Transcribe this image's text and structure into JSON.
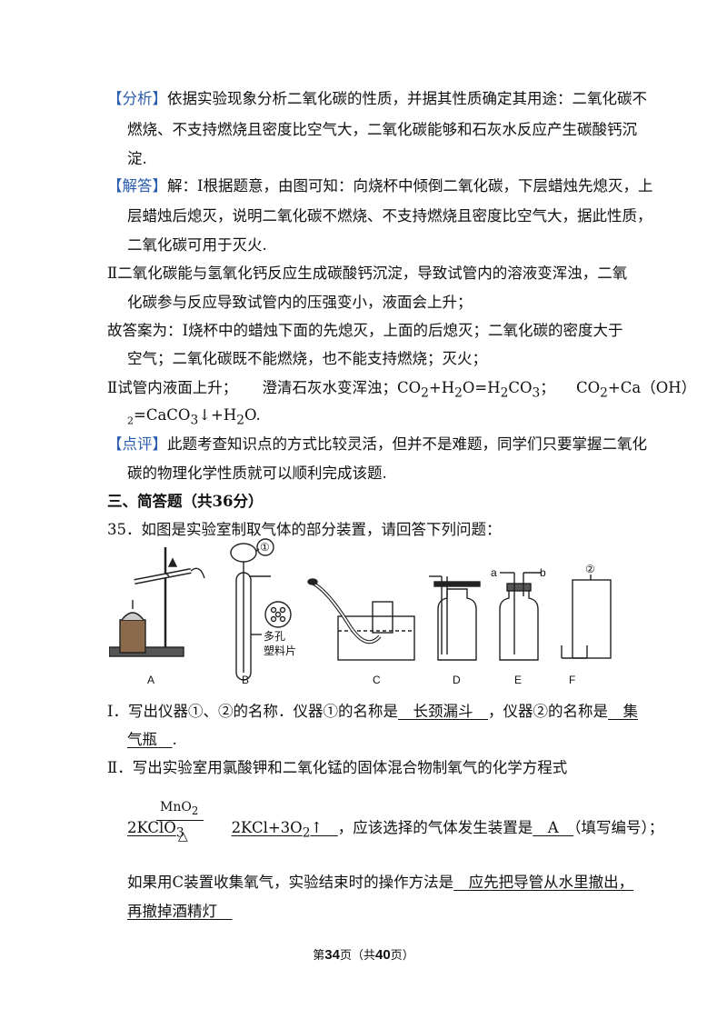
{
  "analysis": {
    "tag": "【分析】",
    "line1": "依据实验现象分析二氧化碳的性质，并据其性质确定其用途：二氧化碳不",
    "line2": "燃烧、不支持燃烧且密度比空气大，二氧化碳能够和石灰水反应产生碳酸钙沉",
    "line3": "淀."
  },
  "solution": {
    "tag": "【解答】",
    "line1": "解：Ⅰ根据题意，由图可知：向烧杯中倾倒二氧化碳，下层蜡烛先熄灭，上",
    "line2": "层蜡烛后熄灭，说明二氧化碳不燃烧、不支持燃烧且密度比空气大，据此性质，",
    "line3": "二氧化碳可用于灭火.",
    "line4": "Ⅱ二氧化碳能与氢氧化钙反应生成碳酸钙沉淀，导致试管内的溶液变浑浊，二氧",
    "line5": "化碳参与反应导致试管内的压强变小，液面会上升；",
    "line6": "故答案为：Ⅰ烧杯中的蜡烛下面的先熄灭，上面的后熄灭；二氧化碳的密度大于",
    "line7": "空气；二氧化碳既不能燃烧，也不能支持燃烧；灭火；",
    "line8a": "Ⅱ试管内液面上升；",
    "line8b": "澄清石灰水变浑浊；CO",
    "line8c": "+H",
    "line8d": "O=H",
    "line8e": "CO",
    "line8f": "；",
    "line8g": "CO",
    "line8h": "+Ca（OH）",
    "line9a": "2",
    "line9b": "=CaCO",
    "line9c": "↓+H",
    "line9d": "O.",
    "sub2": "2",
    "sub3": "3"
  },
  "comment": {
    "tag": "【点评】",
    "line1": "此题考查知识点的方式比较灵活，但并不是难题，同学们只要掌握二氧化",
    "line2": "碳的物理化学性质就可以顺利完成该题."
  },
  "section": {
    "title": "三、简答题（共36分）"
  },
  "question35": {
    "stem": "35．如图是实验室制取气体的部分装置，请回答下列问题：",
    "figure_labels": [
      "A",
      "B",
      "C",
      "D",
      "E",
      "F"
    ],
    "marker1": "①",
    "marker2": "②",
    "label_a": "a",
    "label_b": "b",
    "plate_label1": "多孔",
    "plate_label2": "塑料片",
    "p1a": "Ⅰ．写出仪器①、②的名称．仪器①的名称是",
    "p1_ans1": "　长颈漏斗　",
    "p1b": "，仪器②的名称是",
    "p1_ans2a": "　集",
    "p1_ans2b": "气瓶　",
    "p1c": ".",
    "p2": "Ⅱ．写出实验室用氯酸钾和二氧化锰的固体混合物制氧气的化学方程式",
    "eq_kclo": "2KClO",
    "eq_sub3": "3",
    "eq_top": "MnO",
    "eq_top_sub": "2",
    "eq_bottom": "△",
    "eq_right": "2KCl+3O",
    "eq_sub2": "2",
    "eq_arrow": "↑　",
    "p2_after": "，应该选择的气体发生装置是",
    "p2_ans": "　A　",
    "p2_end": "（填写编号）；",
    "p3a": "如果用C装置收集氧气，实验结束时的操作方法是",
    "p3_ans1": "　应先把导管从水里撤出，",
    "p3_ans2": "再撤掉酒精灯　"
  },
  "footer": {
    "pre": "第",
    "page": "34",
    "mid": "页（共",
    "total": "40",
    "post": "页）"
  }
}
